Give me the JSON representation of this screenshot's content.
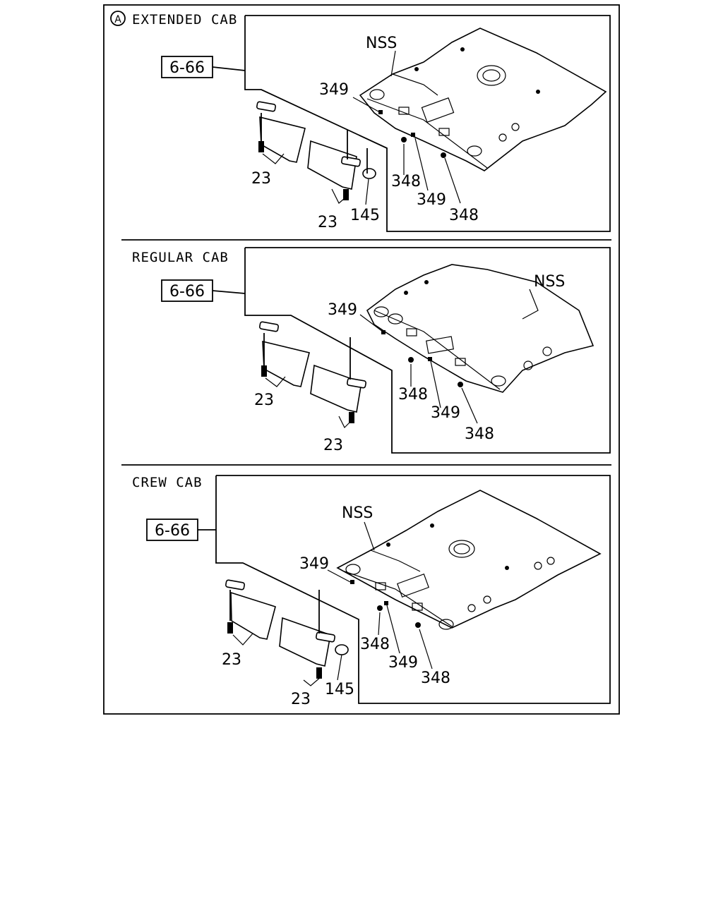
{
  "marker": "A",
  "sections": [
    {
      "title": "EXTENDED CAB",
      "ref_box": "6-66",
      "labels": {
        "nss": "NSS",
        "c349a": "349",
        "c23a": "23",
        "c23b": "23",
        "c145": "145",
        "c348a": "348",
        "c349b": "349",
        "c348b": "348"
      }
    },
    {
      "title": "REGULAR CAB",
      "ref_box": "6-66",
      "labels": {
        "nss": "NSS",
        "c349a": "349",
        "c23a": "23",
        "c23b": "23",
        "c348a": "348",
        "c349b": "349",
        "c348b": "348"
      }
    },
    {
      "title": "CREW CAB",
      "ref_box": "6-66",
      "labels": {
        "nss": "NSS",
        "c349a": "349",
        "c23a": "23",
        "c23b": "23",
        "c145": "145",
        "c348a": "348",
        "c349b": "349",
        "c348b": "348"
      }
    }
  ]
}
